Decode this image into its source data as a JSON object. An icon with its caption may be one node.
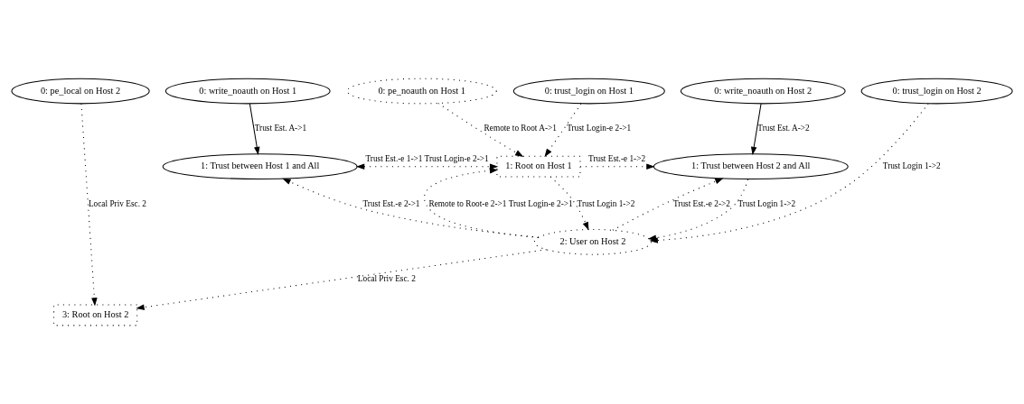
{
  "diagram": {
    "nodes": [
      {
        "text": [
          "0: pe_local on Host 2"
        ]
      },
      {
        "text": [
          "0: trust_login on Host 1"
        ]
      },
      {
        "text": [
          "0: pe_noauth on Host 1"
        ]
      },
      {
        "text": [
          "0: write_noauth on Host 2"
        ]
      },
      {
        "text": [
          "0: write_noauth on Host 1"
        ]
      },
      {
        "text": [
          "0: trust_login on Host 2"
        ]
      },
      {
        "text": [
          "1: Root on Host 1"
        ]
      },
      {
        "text": [
          "1: Trust between Host 2 and All"
        ]
      },
      {
        "text": [
          "1: Trust between Host 1 and All"
        ]
      },
      {
        "text": [
          "2: User on Host 2"
        ]
      },
      {
        "text": [
          "3: Root on Host 2"
        ]
      }
    ],
    "edges": [
      {
        "from": 1,
        "to": 6,
        "arrow": "to",
        "label": "Trust Login-e 2->1",
        "style": "dashed"
      },
      {
        "from": 2,
        "to": 6,
        "arrow": "to",
        "label": "Remote to Root A->1",
        "style": "dashed"
      },
      {
        "from": 8,
        "to": 6,
        "arrow": "both",
        "label": "Trust Est.-e 1->1 Trust Login-e 2->1",
        "style": "dashed"
      },
      {
        "from": 3,
        "to": 7,
        "arrow": "to",
        "label": "Trust Est. A->2"
      },
      {
        "from": 4,
        "to": 8,
        "arrow": "to",
        "label": "Trust Est. A->1"
      },
      {
        "from": 6,
        "to": 7,
        "arrow": "to",
        "label": "Trust Est.-e 1->2",
        "style": "dashed"
      },
      {
        "from": 9,
        "to": 6,
        "arrow": "to",
        "label": "Remote to Root-e 2->1 Trust Login-e 2->1",
        "style": "dashed"
      },
      {
        "from": 6,
        "to": 9,
        "arrow": "to",
        "label": "Trust Login 1->2",
        "style": "dashed"
      },
      {
        "from": 9,
        "to": 7,
        "arrow": "to",
        "label": "Trust Est.-e 2->2",
        "style": "dashed"
      },
      {
        "from": 7,
        "to": 9,
        "arrow": "to",
        "label": "Trust Login 1->2",
        "style": "dashed"
      },
      {
        "from": 9,
        "to": 8,
        "arrow": "to",
        "label": "Trust Est.-e 2->1",
        "style": "dashed"
      },
      {
        "from": 5,
        "to": 9,
        "arrow": "to",
        "label": "Trust Login 1->2",
        "style": "dashed"
      },
      {
        "from": 0,
        "to": 10,
        "arrow": "to",
        "label": "Local Priv Esc. 2",
        "style": "dashed"
      },
      {
        "from": 9,
        "to": 10,
        "arrow": "to",
        "label": "Local Priv Esc. 2",
        "style": "dashed"
      }
    ]
  }
}
